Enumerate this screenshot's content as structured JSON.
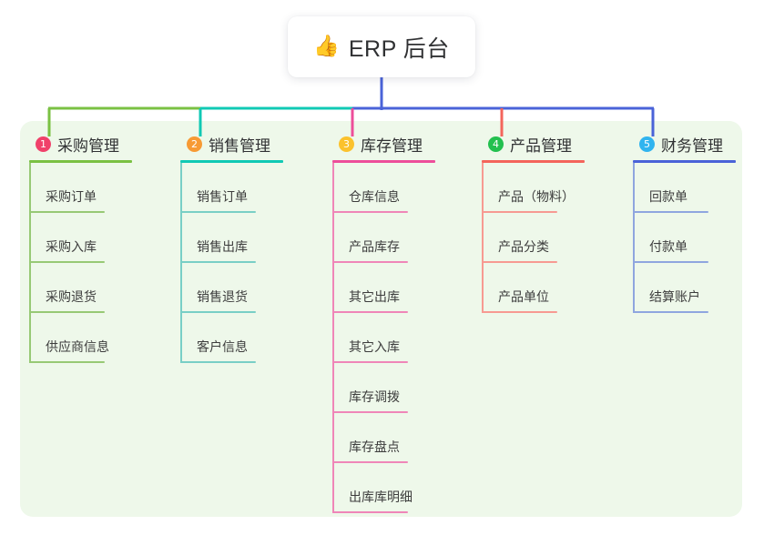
{
  "root": {
    "icon": "thumbs-up-icon",
    "emoji": "👍",
    "title": "ERP 后台"
  },
  "palette": {
    "panel_bg": "#eef8ea",
    "page_bg": "#ffffff",
    "text": "#303133",
    "branch_green": "#7ac143",
    "branch_teal": "#10c9b4",
    "branch_pink": "#ed4e9a",
    "branch_red": "#f4655b",
    "branch_blue": "#4a63d8",
    "leaf_green": "#97c975",
    "leaf_teal": "#79cfc6",
    "leaf_pink": "#ef86b8",
    "leaf_red": "#f79a92",
    "leaf_blue": "#8fa6df",
    "badge_1": "#f0416a",
    "badge_2": "#f79a34",
    "badge_3": "#fbc22d",
    "badge_4": "#23c04f",
    "badge_5": "#30b4ef"
  },
  "columns": [
    {
      "index": "1",
      "title": "采购管理",
      "badge_color": "#f0416a",
      "rule_color": "#7ac143",
      "branch_color": "#7ac143",
      "leaf_color": "#97c975",
      "items": [
        {
          "label": "采购订单"
        },
        {
          "label": "采购入库"
        },
        {
          "label": "采购退货"
        },
        {
          "label": "供应商信息"
        }
      ]
    },
    {
      "index": "2",
      "title": "销售管理",
      "badge_color": "#f79a34",
      "rule_color": "#10c9b4",
      "branch_color": "#10c9b4",
      "leaf_color": "#79cfc6",
      "items": [
        {
          "label": "销售订单"
        },
        {
          "label": "销售出库"
        },
        {
          "label": "销售退货"
        },
        {
          "label": "客户信息"
        }
      ]
    },
    {
      "index": "3",
      "title": "库存管理",
      "badge_color": "#fbc22d",
      "rule_color": "#ed4e9a",
      "branch_color": "#ed4e9a",
      "leaf_color": "#ef86b8",
      "items": [
        {
          "label": "仓库信息"
        },
        {
          "label": "产品库存"
        },
        {
          "label": "其它出库"
        },
        {
          "label": "其它入库"
        },
        {
          "label": "库存调拨"
        },
        {
          "label": "库存盘点"
        },
        {
          "label": "出库库明细"
        }
      ]
    },
    {
      "index": "4",
      "title": "产品管理",
      "badge_color": "#23c04f",
      "rule_color": "#f4655b",
      "branch_color": "#f4655b",
      "leaf_color": "#f79a92",
      "items": [
        {
          "label": "产品（物料）"
        },
        {
          "label": "产品分类"
        },
        {
          "label": "产品单位"
        }
      ]
    },
    {
      "index": "5",
      "title": "财务管理",
      "badge_color": "#30b4ef",
      "rule_color": "#4a63d8",
      "branch_color": "#4a63d8",
      "leaf_color": "#8fa6df",
      "items": [
        {
          "label": "回款单"
        },
        {
          "label": "付款单"
        },
        {
          "label": "结算账户"
        }
      ]
    }
  ]
}
